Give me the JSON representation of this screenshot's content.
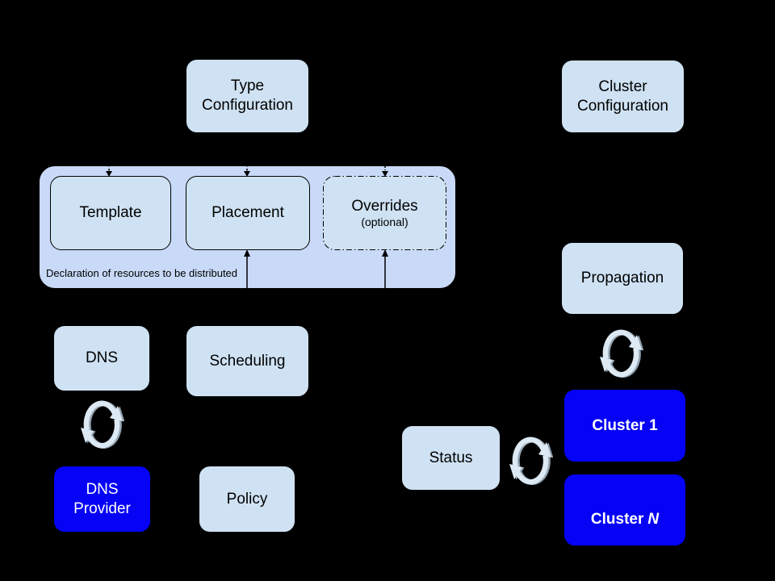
{
  "diagram": {
    "background": "#000000",
    "colors": {
      "light_box": "#cfe2f3",
      "container_box": "#c9daf8",
      "cluster_blue": "#0502f5",
      "text_dark": "#000000",
      "text_light": "#ffffff",
      "sync_arrow_light": "#dde9f3",
      "sync_arrow_shadow": "#93a4b2"
    },
    "boxes": {
      "type_configuration": "Type\nConfiguration",
      "cluster_configuration": "Cluster\nConfiguration",
      "template": "Template",
      "placement": "Placement",
      "overrides_title": "Overrides",
      "overrides_subtitle": "(optional)",
      "container_caption": "Declaration of resources to be distributed",
      "dns": "DNS",
      "scheduling": "Scheduling",
      "dns_provider": "DNS\nProvider",
      "policy": "Policy",
      "propagation": "Propagation",
      "status": "Status",
      "cluster_1": "Cluster 1",
      "cluster_n_prefix": "Cluster",
      "cluster_n_suffix": "N"
    }
  }
}
